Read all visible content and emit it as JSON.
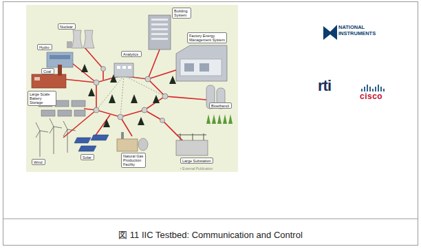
{
  "diagram": {
    "caption": "図 11 IIC Testbed: Communication and Control",
    "nodes": [
      {
        "text": [
          "Building System"
        ]
      },
      {
        "text": [
          "Nuclear"
        ]
      },
      {
        "text": [
          "Factory Energy Management System"
        ]
      },
      {
        "text": [
          "Hydro"
        ]
      },
      {
        "text": [
          "Analytics"
        ]
      },
      {
        "text": [
          "Coal"
        ]
      },
      {
        "text": [
          "Large Scale Battery Storage"
        ]
      },
      {
        "text": [
          "Bioethanol"
        ]
      },
      {
        "text": [
          "Wind"
        ]
      },
      {
        "text": [
          "Solar"
        ]
      },
      {
        "text": [
          "Natural Gas Production Facility"
        ]
      },
      {
        "text": [
          "Large Substation"
        ]
      }
    ],
    "labels": [
      "r External Publication",
      "NATIONAL INSTRUMENTS",
      "rti",
      "cisco"
    ]
  }
}
